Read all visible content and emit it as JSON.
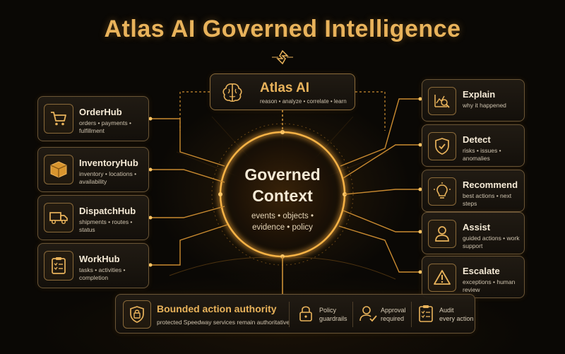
{
  "title": "Atlas AI Governed Intelligence",
  "atlas": {
    "name": "Atlas AI",
    "tagline": "reason • analyze • correlate • learn",
    "icon": "brain-icon"
  },
  "center": {
    "title_line1": "Governed",
    "title_line2": "Context",
    "sub_line1": "events • objects •",
    "sub_line2": "evidence • policy"
  },
  "sources": [
    {
      "name": "OrderHub",
      "desc": "orders • payments • fulfillment",
      "icon": "cart-icon"
    },
    {
      "name": "InventoryHub",
      "desc": "inventory • locations • availability",
      "icon": "box-icon"
    },
    {
      "name": "DispatchHub",
      "desc": "shipments • routes • status",
      "icon": "truck-icon"
    },
    {
      "name": "WorkHub",
      "desc": "tasks • activities • completion",
      "icon": "checklist-icon"
    }
  ],
  "capabilities": [
    {
      "name": "Explain",
      "desc": "why it happened",
      "icon": "chart-magnifier-icon"
    },
    {
      "name": "Detect",
      "desc": "risks • issues • anomalies",
      "icon": "shield-check-icon"
    },
    {
      "name": "Recommend",
      "desc": "best actions • next steps",
      "icon": "lightbulb-icon"
    },
    {
      "name": "Assist",
      "desc": "guided actions • work support",
      "icon": "person-icon"
    },
    {
      "name": "Escalate",
      "desc": "exceptions • human review",
      "icon": "warning-icon"
    }
  ],
  "bounded": {
    "title": "Bounded action authority",
    "desc": "protected Speedway services remain authoritative",
    "icon": "shield-lock-icon",
    "items": [
      {
        "label_line1": "Policy",
        "label_line2": "guardrails",
        "icon": "lock-icon"
      },
      {
        "label_line1": "Approval",
        "label_line2": "required",
        "icon": "user-check-icon"
      },
      {
        "label_line1": "Audit",
        "label_line2": "every action",
        "icon": "audit-clipboard-icon"
      }
    ]
  },
  "colors": {
    "accent": "#e9b35b",
    "glow": "#ffb347",
    "background": "#0a0805",
    "card_border": "#6a5536"
  }
}
